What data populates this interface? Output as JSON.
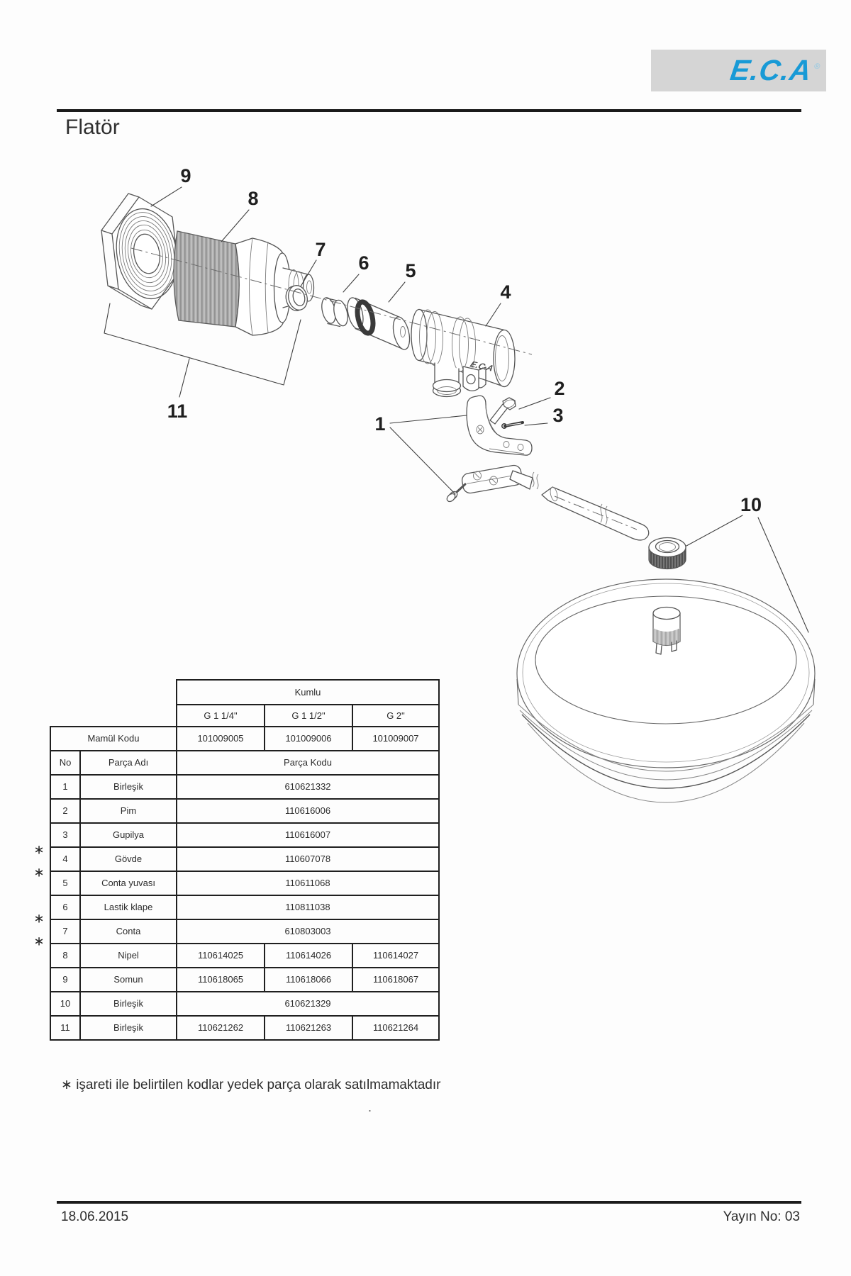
{
  "page": {
    "brand": "E.C.A",
    "brand_reg": "®",
    "title": "Flatör",
    "footnote": "∗ işareti ile belirtilen kodlar yedek parça olarak satılmamaktadır",
    "stray_mark": ".",
    "footer_date": "18.06.2015",
    "footer_issue": "Yayın No: 03",
    "accent_blue": "#189ad6",
    "logo_bg": "#d5d5d5"
  },
  "diagram": {
    "body_mark": "E.C.A",
    "callouts": [
      "1",
      "2",
      "3",
      "4",
      "5",
      "6",
      "7",
      "8",
      "9",
      "10",
      "11"
    ]
  },
  "table": {
    "group_header": "Kumlu",
    "size_headers": [
      "G 1 1/4\"",
      "G 1 1/2\"",
      "G 2\""
    ],
    "mamul_label": "Mamül Kodu",
    "mamul_codes": [
      "101009005",
      "101009006",
      "101009007"
    ],
    "col_no": "No",
    "col_part": "Parça Adı",
    "col_code": "Parça Kodu",
    "star_glyph": "∗",
    "rows": [
      {
        "no": "1",
        "name": "Birleşik",
        "codes": [
          "610621332"
        ],
        "star": false
      },
      {
        "no": "2",
        "name": "Pim",
        "codes": [
          "110616006"
        ],
        "star": false
      },
      {
        "no": "3",
        "name": "Gupilya",
        "codes": [
          "110616007"
        ],
        "star": false
      },
      {
        "no": "4",
        "name": "Gövde",
        "codes": [
          "110607078"
        ],
        "star": true
      },
      {
        "no": "5",
        "name": "Conta yuvası",
        "codes": [
          "110611068"
        ],
        "star": true
      },
      {
        "no": "6",
        "name": "Lastik klape",
        "codes": [
          "110811038"
        ],
        "star": false
      },
      {
        "no": "7",
        "name": "Conta",
        "codes": [
          "610803003"
        ],
        "star": true
      },
      {
        "no": "8",
        "name": "Nipel",
        "codes": [
          "110614025",
          "110614026",
          "110614027"
        ],
        "star": true
      },
      {
        "no": "9",
        "name": "Somun",
        "codes": [
          "110618065",
          "110618066",
          "110618067"
        ],
        "star": false
      },
      {
        "no": "10",
        "name": "Birleşik",
        "codes": [
          "610621329"
        ],
        "star": false
      },
      {
        "no": "11",
        "name": "Birleşik",
        "codes": [
          "110621262",
          "110621263",
          "110621264"
        ],
        "star": false
      }
    ]
  }
}
